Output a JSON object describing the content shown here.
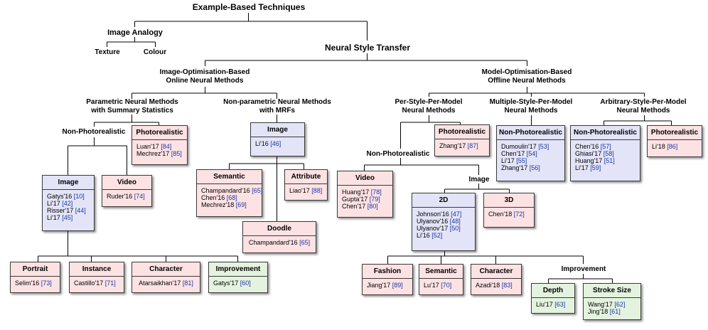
{
  "colors": {
    "pink": "#fde2e4",
    "blue": "#e3e4f8",
    "green": "#e4f3df",
    "ref": "#1a35a8",
    "line": "#000000"
  },
  "labels": {
    "root": "Example-Based Techniques",
    "image_analogy": "Image Analogy",
    "texture": "Texture",
    "colour": "Colour",
    "nst": "Neural Style Transfer",
    "iob": [
      "Image-Optimisation-Based",
      "Online Neural Methods"
    ],
    "mob": [
      "Model-Optimisation-Based",
      "Offline Neural Methods"
    ],
    "parametric": [
      "Parametric Neural Methods",
      "with Summary Statistics"
    ],
    "nonparametric": [
      "Non-parametric Neural Methods",
      "with MRFs"
    ],
    "nonphoto_left": "Non-Photorealistic",
    "pspm": [
      "Per-Style-Per-Model",
      "Neural Methods"
    ],
    "mspm": [
      "Multiple-Style-Per-Model",
      "Neural Methods"
    ],
    "aspm": [
      "Arbitrary-Style-Per-Model",
      "Neural Methods"
    ],
    "nonphoto_pspm": "Non-Photorealistic",
    "image_pspm": "Image",
    "improvement_right": "Improvement"
  },
  "boxes": {
    "photo_param": {
      "title": "Photorealistic",
      "refs": [
        [
          "Luan'17",
          "[84]"
        ],
        [
          "Mechrez'17",
          "[85]"
        ]
      ]
    },
    "image_left": {
      "title": "Image",
      "refs": [
        [
          "Gatys'16",
          "[10]"
        ],
        [
          "Li'17",
          "[42]"
        ],
        [
          "Risser'17",
          "[44]"
        ],
        [
          "Li'17",
          "[45]"
        ]
      ]
    },
    "video_left": {
      "title": "Video",
      "refs": [
        [
          "Ruder'16",
          "[74]"
        ]
      ]
    },
    "image_mrf": {
      "title": "Image",
      "refs": [
        [
          "Li'16",
          "[46]"
        ]
      ]
    },
    "semantic_mrf": {
      "title": "Semantic",
      "refs": [
        [
          "Champandard'16",
          "[65]"
        ],
        [
          "Chen'16",
          "[68]"
        ],
        [
          "Mechrez'18",
          "[69]"
        ]
      ]
    },
    "attribute_mrf": {
      "title": "Attribute",
      "refs": [
        [
          "Liao'17",
          "[88]"
        ]
      ]
    },
    "doodle_mrf": {
      "title": "Doodle",
      "refs": [
        [
          "Champandard'16",
          "[65]"
        ]
      ]
    },
    "portrait": {
      "title": "Portrait",
      "refs": [
        [
          "Selim'16",
          "[73]"
        ]
      ]
    },
    "instance": {
      "title": "Instance",
      "refs": [
        [
          "Castillo'17",
          "[71]"
        ]
      ]
    },
    "character_left": {
      "title": "Character",
      "refs": [
        [
          "Atarsaikhan'17",
          "[81]"
        ]
      ]
    },
    "improvement_left": {
      "title": "Improvement",
      "refs": [
        [
          "Gatys'17",
          "[60]"
        ]
      ]
    },
    "photo_pspm": {
      "title": "Photorealistic",
      "refs": [
        [
          "Zhang'17",
          "[87]"
        ]
      ]
    },
    "nonphoto_mspm": {
      "title": "Non-Photorealistic",
      "refs": [
        [
          "Dumoulin'17",
          "[53]"
        ],
        [
          "Chen'17",
          "[54]"
        ],
        [
          "Li'17",
          "[55]"
        ],
        [
          "Zhang'17",
          "[56]"
        ]
      ]
    },
    "nonphoto_aspm": {
      "title": "Non-Photorealistic",
      "refs": [
        [
          "Chen'16",
          "[57]"
        ],
        [
          "Ghiasi'17",
          "[58]"
        ],
        [
          "Huang'17",
          "[51]"
        ],
        [
          "Li'17",
          "[59]"
        ]
      ]
    },
    "photo_aspm": {
      "title": "Photorealistic",
      "refs": [
        [
          "Li'18",
          "[86]"
        ]
      ]
    },
    "video_right": {
      "title": "Video",
      "refs": [
        [
          "Huang'17",
          "[78]"
        ],
        [
          "Gupta'17",
          "[79]"
        ],
        [
          "Chen'17",
          "[80]"
        ]
      ]
    },
    "twod": {
      "title": "2D",
      "refs": [
        [
          "Johnson'16",
          "[47]"
        ],
        [
          "Ulyanov'16",
          "[48]"
        ],
        [
          "Ulyanov'17",
          "[50]"
        ],
        [
          "Li'16",
          "[52]"
        ]
      ]
    },
    "threed": {
      "title": "3D",
      "refs": [
        [
          "Chen'18",
          "[72]"
        ]
      ]
    },
    "fashion": {
      "title": "Fashion",
      "refs": [
        [
          "Jiang'17",
          "[89]"
        ]
      ]
    },
    "semantic_right": {
      "title": "Semantic",
      "refs": [
        [
          "Lu'17",
          "[70]"
        ]
      ]
    },
    "character_right": {
      "title": "Character",
      "refs": [
        [
          "Azadi'18",
          "[83]"
        ]
      ]
    },
    "depth": {
      "title": "Depth",
      "refs": [
        [
          "Liu'17",
          "[63]"
        ]
      ]
    },
    "stroke": {
      "title": "Stroke Size",
      "refs": [
        [
          "Wang'17",
          "[62]"
        ],
        [
          "Jing'18",
          "[61]"
        ]
      ]
    }
  }
}
